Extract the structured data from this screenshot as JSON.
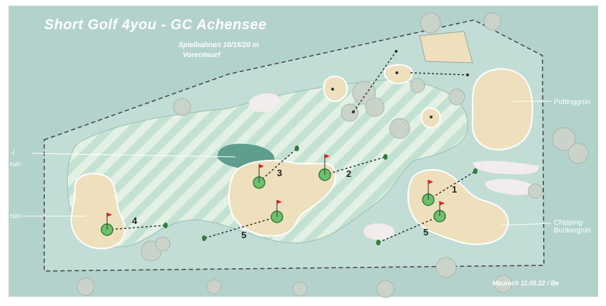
{
  "title": "Short Golf 4you -  GC Achensee",
  "subtitle_line1": "Spielbahnen  10/15/20  m",
  "subtitle_line2": "Vorentwurf",
  "labels": {
    "putting": "Puttinggrün",
    "left_upper_1": "g -/",
    "left_upper_2": "run",
    "left_lower": "rün",
    "chipping_1": "Chipping-",
    "chipping_2": "Bunkergrün"
  },
  "holes": {
    "h1": "1",
    "h2": "2",
    "h3": "3",
    "h4": "4",
    "h5a": "5",
    "h5b": "5"
  },
  "footer": "Maurach  11.05.22  /  Be",
  "colors": {
    "background": "#b3d2cb",
    "fairway": "#c5e1d0",
    "sand": "#eedfbd",
    "green": "#6fbf6f",
    "pond": "#5f9e8e",
    "tee": "#2e7d3a",
    "flag": "#e02020"
  }
}
